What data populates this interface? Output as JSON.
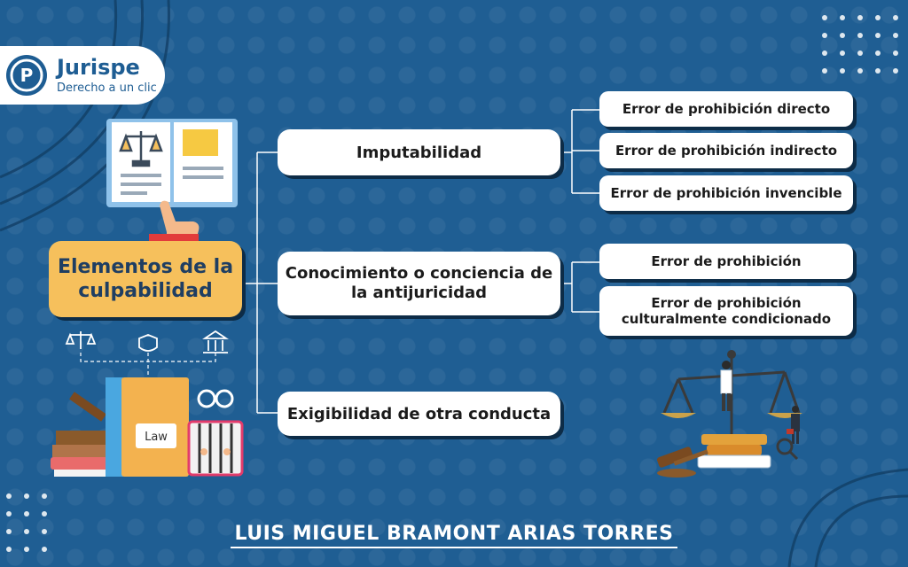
{
  "brand": {
    "name": "Jurispe",
    "tagline": "Derecho a un clic"
  },
  "root": {
    "line1": "Elementos de la",
    "line2": "culpabilidad"
  },
  "branches": [
    {
      "label": "Imputabilidad",
      "leaves": [
        "Error de prohibición directo",
        "Error de prohibición indirecto",
        "Error de prohibición invencible"
      ]
    },
    {
      "label_line1": "Conocimiento o conciencia de",
      "label_line2": "la antijuricidad",
      "leaves": [
        "Error de prohibición",
        "Error de prohibición",
        "culturalmente condicionado"
      ]
    },
    {
      "label": "Exigibilidad de otra conducta"
    }
  ],
  "illustration": {
    "law_book_label": "Law"
  },
  "author": "LUIS MIGUEL BRAMONT ARIAS TORRES",
  "colors": {
    "background": "#1f5e93",
    "root_fill": "#f6c05c",
    "box_fill": "#ffffff",
    "shadow": "#0d2c47"
  }
}
